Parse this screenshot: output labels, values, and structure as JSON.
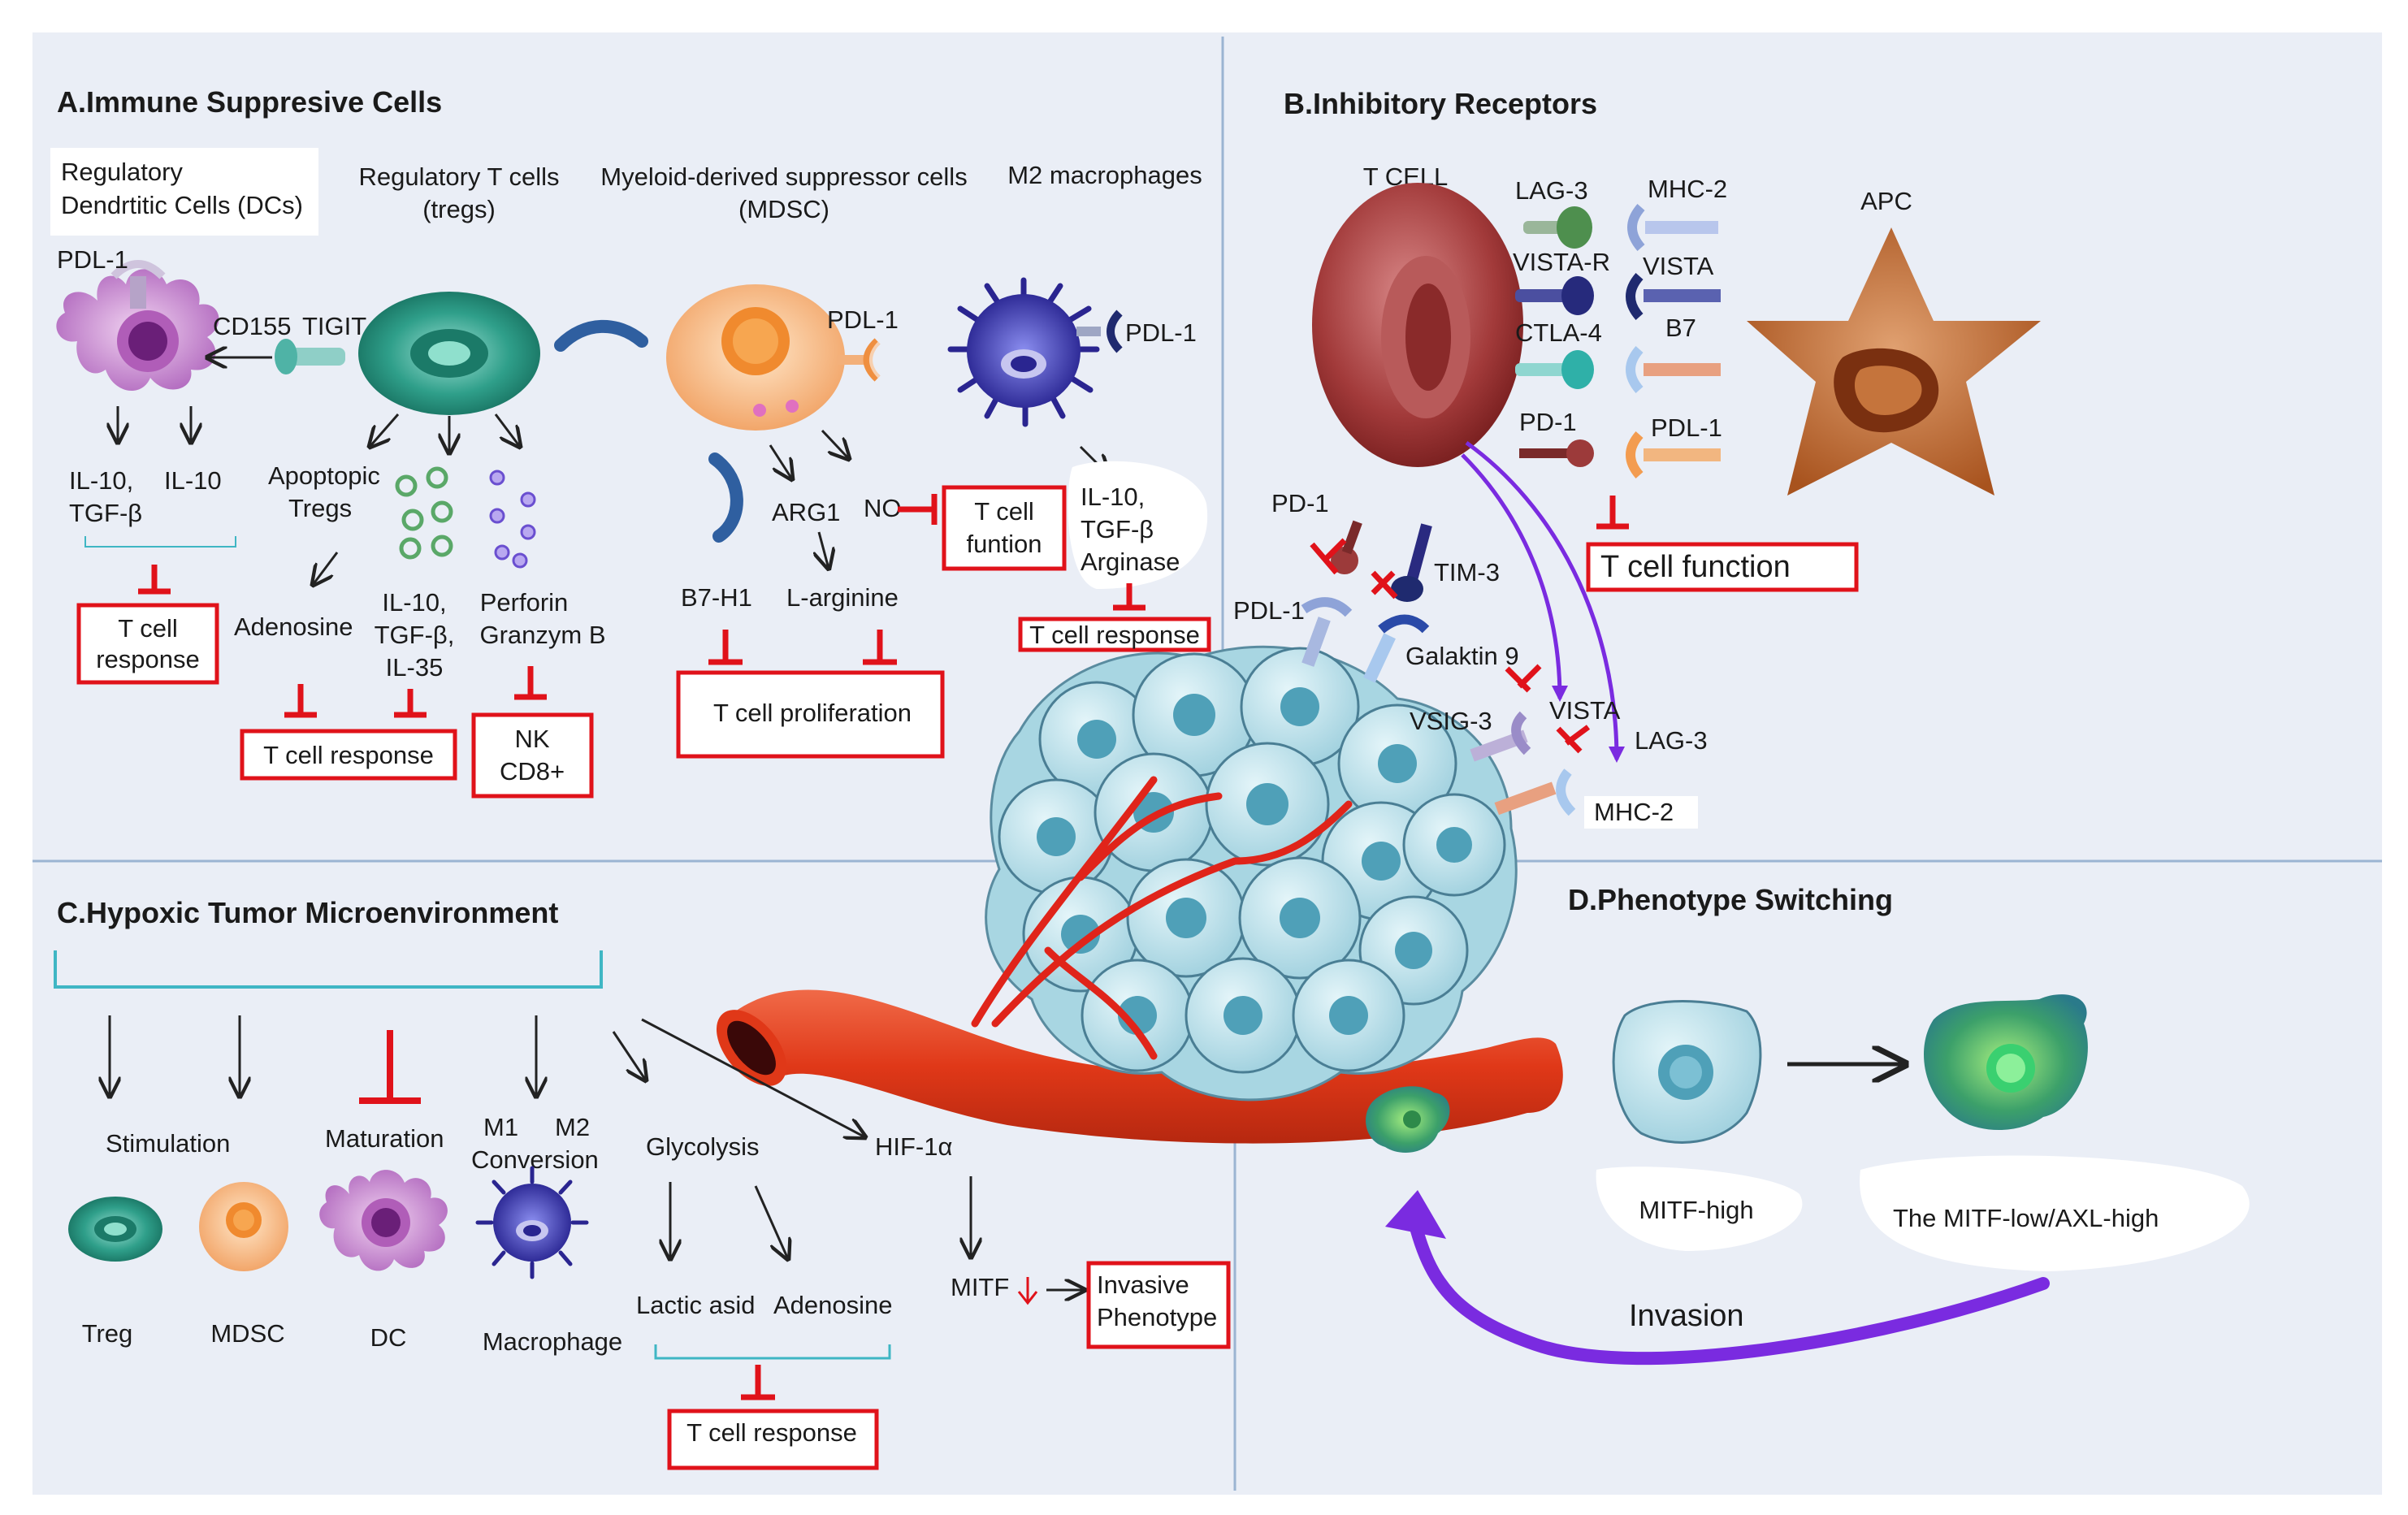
{
  "colors": {
    "panel_bg": "#eaeef6",
    "red_box": "#e0121a",
    "cyan_bracket": "#3fb6c4",
    "divider": "#9bb4d2",
    "vessel": "#e23a1c",
    "tumor_cell": "#bfe3ec",
    "invasion_arrow": "#7a2be0",
    "tcell": "#9c2f2f",
    "apc": "#b5622a"
  },
  "panelA": {
    "title": "A.Immune Suppresive Cells",
    "dc_title_1": "Regulatory",
    "dc_title_2": "Dendrtitic Cells (DCs)",
    "treg_title_1": "Regulatory T cells",
    "treg_title_2": "(tregs)",
    "mdsc_title_1": "Myeloid-derived suppressor cells",
    "mdsc_title_2": "(MDSC)",
    "m2_title": "M2 macrophages",
    "pdl1_dc": "PDL-1",
    "cd155": "CD155",
    "tigit": "TIGIT",
    "il10_tgf_1": "IL-10,",
    "il10_tgf_2": "TGF-β",
    "il10_b": "IL-10",
    "apoptopic_1": "Apoptopic",
    "apoptopic_2": "Tregs",
    "adenosine": "Adenosine",
    "il_triple_1": "IL-10,",
    "il_triple_2": "TGF-β,",
    "il_triple_3": "IL-35",
    "perforin_1": "Perforin",
    "perforin_2": "Granzym B",
    "box_tcell_resp_1": "T cell",
    "box_tcell_resp_2": "response",
    "box_tcell_response": "T cell response",
    "box_nk_1": "NK",
    "box_nk_2": "CD8+",
    "pdl1_mdsc": "PDL-1",
    "b7h1": "B7-H1",
    "arg1": "ARG1",
    "no": "NO",
    "larginine": "L-arginine",
    "box_tfun_1": "T cell",
    "box_tfun_2": "funtion",
    "box_prolif": "T cell proliferation",
    "pdl1_m2": "PDL-1",
    "m2_cyto_1": "IL-10,",
    "m2_cyto_2": "TGF-β",
    "m2_cyto_3": "Arginase",
    "box_m2_resp": "T cell response"
  },
  "panelB": {
    "title": "B.Inhibitory Receptors",
    "tcell": "T CELL",
    "apc": "APC",
    "lag3": "LAG-3",
    "mhc2": "MHC-2",
    "vistar": "VISTA-R",
    "vista": "VISTA",
    "ctla4": "CTLA-4",
    "b7": "B7",
    "pd1": "PD-1",
    "pdl1": "PDL-1",
    "box_tfunction": "T cell function",
    "pd1_low": "PD-1",
    "tim3": "TIM-3",
    "pdl1_low": "PDL-1",
    "galaktin": "Galaktin 9",
    "vsig3": "VSIG-3",
    "vista_low": "VISTA",
    "lag3_low": "LAG-3",
    "mhc2_low": "MHC-2"
  },
  "panelC": {
    "title": "C.Hypoxic Tumor Microenvironment",
    "stimulation": "Stimulation",
    "maturation": "Maturation",
    "m1": "M1",
    "m2": "M2",
    "conversion": "Conversion",
    "glycolysis": "Glycolysis",
    "hif": "HIF-1α",
    "treg": "Treg",
    "mdsc": "MDSC",
    "dc": "DC",
    "macrophage": "Macrophage",
    "lactic": "Lactic asid",
    "adenosine": "Adenosine",
    "mitf": "MITF",
    "box_inv_1": "Invasive",
    "box_inv_2": "Phenotype",
    "box_tresp": "T cell response"
  },
  "panelD": {
    "title": "D.Phenotype Switching",
    "mitf_high": "MITF-high",
    "mitf_low": "The MITF-low/AXL-high",
    "invasion": "Invasion"
  }
}
